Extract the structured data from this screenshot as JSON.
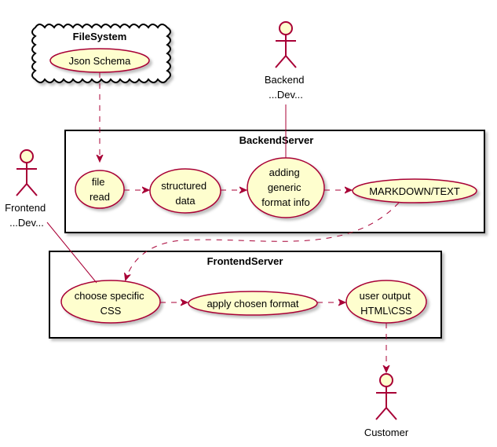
{
  "colors": {
    "usecase_fill": "#FEFECE",
    "accent": "#A80036",
    "frame": "#000000"
  },
  "filesystem": {
    "title": "FileSystem",
    "usecase_json_schema": "Json Schema"
  },
  "backend_server": {
    "title": "BackendServer",
    "usecase_file_read": [
      "file",
      "read"
    ],
    "usecase_structured_data": [
      "structured",
      "data"
    ],
    "usecase_adding_generic": [
      "adding",
      "generic",
      "format info"
    ],
    "usecase_markdown": "MARKDOWN/TEXT"
  },
  "frontend_server": {
    "title": "FrontendServer",
    "usecase_choose_css": [
      "choose specific",
      "CSS"
    ],
    "usecase_apply_format": "apply chosen format",
    "usecase_user_output": [
      "user output",
      "HTML\\CSS"
    ]
  },
  "actors": {
    "backend": [
      "Backend",
      "...Dev..."
    ],
    "frontend": [
      "Frontend",
      "...Dev..."
    ],
    "customer": "Customer"
  }
}
